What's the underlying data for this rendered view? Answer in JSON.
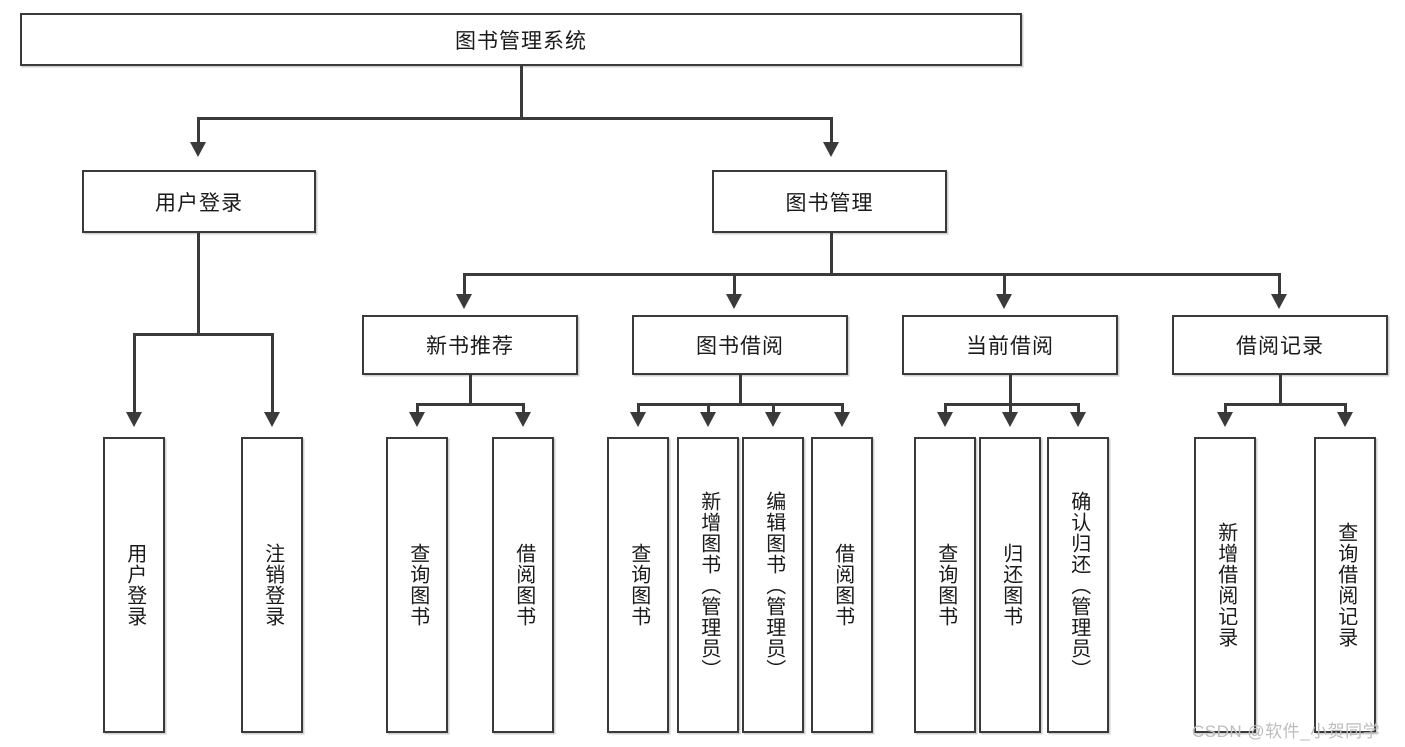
{
  "diagram": {
    "title": "图书管理系统",
    "type": "hierarchy-tree",
    "root": {
      "label": "图书管理系统"
    },
    "level2": [
      {
        "label": "用户登录"
      },
      {
        "label": "图书管理"
      }
    ],
    "level3": [
      {
        "label": "新书推荐"
      },
      {
        "label": "图书借阅"
      },
      {
        "label": "当前借阅"
      },
      {
        "label": "借阅记录"
      }
    ],
    "leaves": {
      "user_login": [
        {
          "label": "用户登录"
        },
        {
          "label": "注销登录"
        }
      ],
      "new_book": [
        {
          "label": "查询图书"
        },
        {
          "label": "借阅图书"
        }
      ],
      "book_borrow": [
        {
          "label": "查询图书"
        },
        {
          "label": "新增图书（管理员）"
        },
        {
          "label": "编辑图书（管理员）"
        },
        {
          "label": "借阅图书"
        }
      ],
      "current_borrow": [
        {
          "label": "查询图书"
        },
        {
          "label": "归还图书"
        },
        {
          "label": "确认归还（管理员）"
        }
      ],
      "borrow_record": [
        {
          "label": "新增借阅记录"
        },
        {
          "label": "查询借阅记录"
        }
      ]
    }
  },
  "watermark": {
    "text": "CSDN @软件_小贺同学"
  },
  "colors": {
    "stroke": "#3a3a3a",
    "fill": "#ffffff",
    "text": "#1a1a1a",
    "watermark": "#bdbdbd"
  }
}
